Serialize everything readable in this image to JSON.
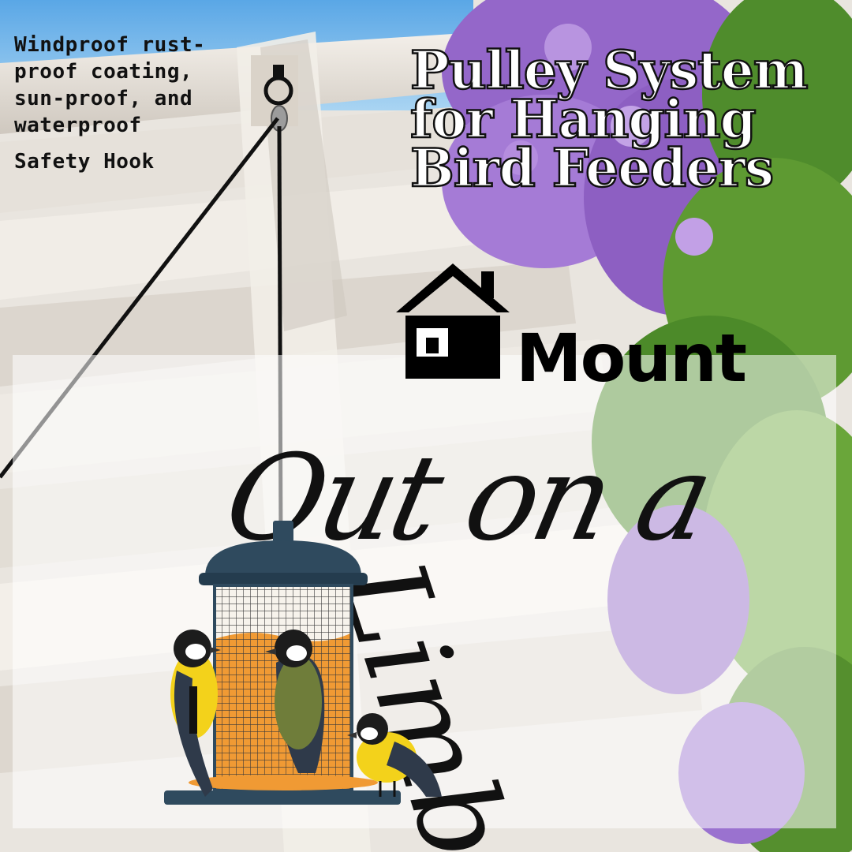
{
  "features": [
    {
      "label": "Windproof rust-proof coating, sun-proof, and waterproof"
    },
    {
      "label": "Safety Hook"
    }
  ],
  "headline": {
    "line1": "Pulley System",
    "line2": "for Hanging",
    "line3": "Bird Feeders"
  },
  "brand": {
    "mount_word": "Mount",
    "script_line1": "Out on a",
    "script_line2": "Limb",
    "icon": "house-icon"
  },
  "colors": {
    "sky": "#6fb4e8",
    "lilac": "#9b6bd0",
    "foliage": "#5e9a32",
    "pergola": "#efeae2",
    "feeder_body": "#2f4a5e",
    "seed": "#f09a34",
    "bird_yellow": "#f3d21b"
  }
}
